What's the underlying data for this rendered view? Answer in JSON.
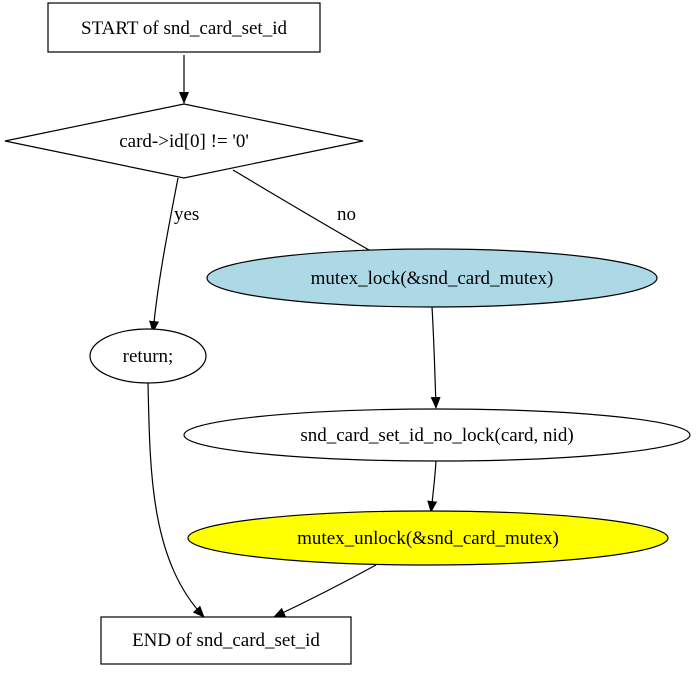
{
  "diagram": {
    "nodes": {
      "start": {
        "label": "START of snd_card_set_id"
      },
      "condition": {
        "label": "card->id[0] != '0'"
      },
      "return": {
        "label": "return;"
      },
      "lock": {
        "label": "mutex_lock(&snd_card_mutex)",
        "fill": "#add8e6"
      },
      "set_id": {
        "label": "snd_card_set_id_no_lock(card, nid)"
      },
      "unlock": {
        "label": "mutex_unlock(&snd_card_mutex)",
        "fill": "#ffff00"
      },
      "end": {
        "label": "END of snd_card_set_id"
      }
    },
    "edges": {
      "yes": {
        "label": "yes"
      },
      "no": {
        "label": "no"
      }
    }
  }
}
